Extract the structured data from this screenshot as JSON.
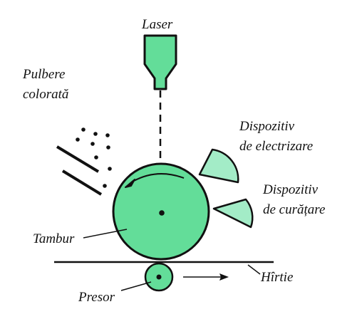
{
  "labels": {
    "laser": "Laser",
    "pulbere_line1": "Pulbere",
    "pulbere_line2": "colorată",
    "electrizare_line1": "Dispozitiv",
    "electrizare_line2": "de electrizare",
    "curatare_line1": "Dispozitiv",
    "curatare_line2": "de curățare",
    "tambur": "Tambur",
    "hartie": "Hîrtie",
    "presor": "Presor"
  },
  "colors": {
    "green_fill": "#63dd99",
    "light_green_fill": "#a3ecc7",
    "stroke": "#111111",
    "background": "#ffffff"
  }
}
